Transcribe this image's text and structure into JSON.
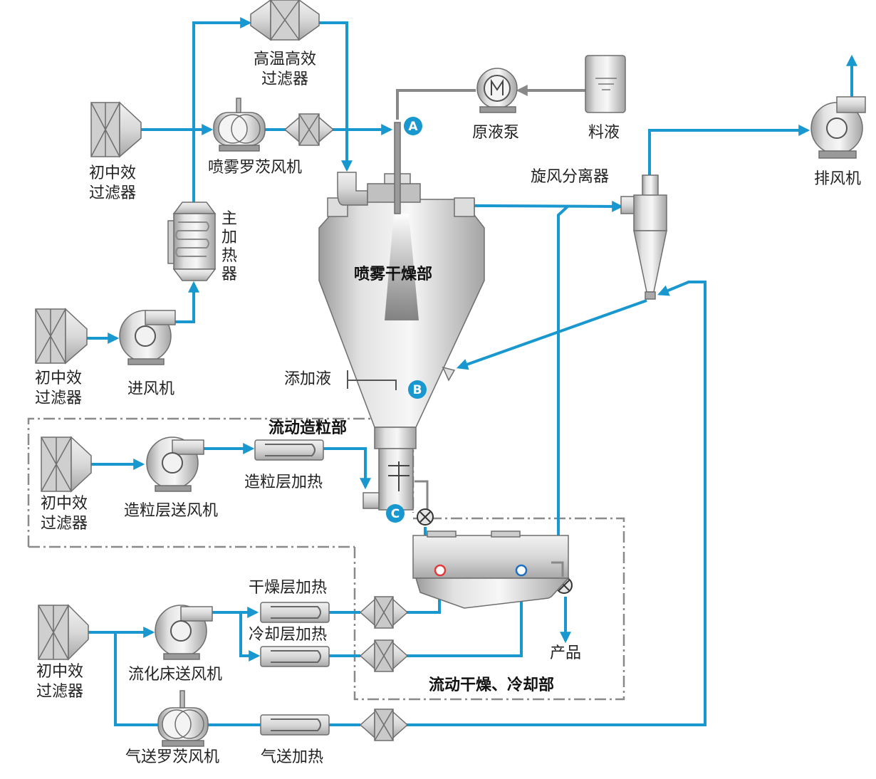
{
  "diagram": {
    "labels": {
      "hepa": "高温高效\n过滤器",
      "filter_top": "初中效\n过滤器",
      "spray_blower": "喷雾罗茨风机",
      "main_heater": "主\n加\n热\n器",
      "filter_inlet": "初中效\n过滤器",
      "inlet_fan": "进风机",
      "pump": "原液泵",
      "feed": "料液",
      "exhaust_fan": "排风机",
      "cyclone": "旋风分离器",
      "spray_section": "喷雾干燥部",
      "additive": "添加液",
      "granulation_section": "流动造粒部",
      "granulation_heater": "造粒层加热",
      "granulation_fan": "造粒层送风机",
      "filter_granulation": "初中效\n过滤器",
      "dry_heater": "干燥层加热",
      "cool_heater": "冷却层加热",
      "product": "产品",
      "fluid_bed_fan": "流化床送风机",
      "filter_bottom": "初中效\n过滤器",
      "dry_cool_section": "流动干燥、冷却部",
      "conveying_blower": "气送罗茨风机",
      "conveying_heater": "气送加热"
    },
    "markers": {
      "a": "A",
      "b": "B",
      "c": "C"
    },
    "colors": {
      "air_pipe": "#1997cf",
      "liquid_pipe": "#888888",
      "marker": "#1997cf",
      "boundary": "#8a8a8a"
    }
  }
}
